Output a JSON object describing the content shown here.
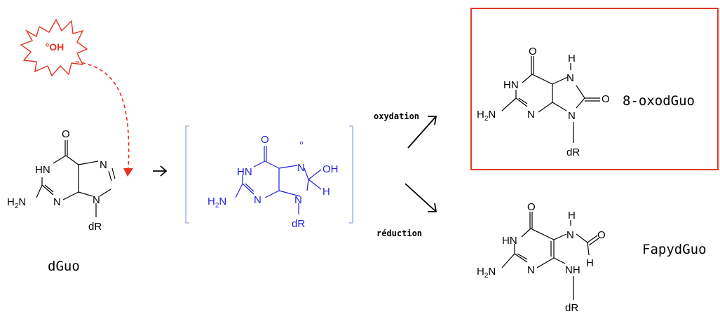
{
  "radical": {
    "label": "°OH",
    "color": "#e8311f"
  },
  "dguo": {
    "caption": "dGuo",
    "atoms": {
      "O": "O",
      "HN": "HN",
      "N7": "N",
      "N3": "N",
      "N9": "N",
      "H2N": "H2N",
      "dR": "dR"
    }
  },
  "intermediate": {
    "color": "#1f1fe0",
    "atoms": {
      "O": "O",
      "HN": "HN",
      "N3": "N",
      "N7": "N",
      "radical_dot": "°",
      "OH": "OH",
      "H": "H",
      "N9": "N",
      "H2N": "H2N",
      "dR": "dR"
    }
  },
  "arrows": {
    "oxidation_label": "oxydation",
    "reduction_label": "réduction"
  },
  "oxo": {
    "caption": "8-oxodGuo",
    "highlight_color": "#e03a26",
    "atoms": {
      "O6": "O",
      "HN": "HN",
      "N3": "N",
      "H": "H",
      "N7": "N",
      "O8": "O",
      "N9": "N",
      "H2N": "H2N",
      "dR": "dR"
    }
  },
  "fapy": {
    "caption": "FapydGuo",
    "atoms": {
      "O": "O",
      "HN": "HN",
      "N3": "N",
      "H_top": "H",
      "N_formyl": "N",
      "O_formyl": "O",
      "H_formyl": "H",
      "NH": "NH",
      "H2N": "H2N",
      "dR": "dR"
    }
  }
}
